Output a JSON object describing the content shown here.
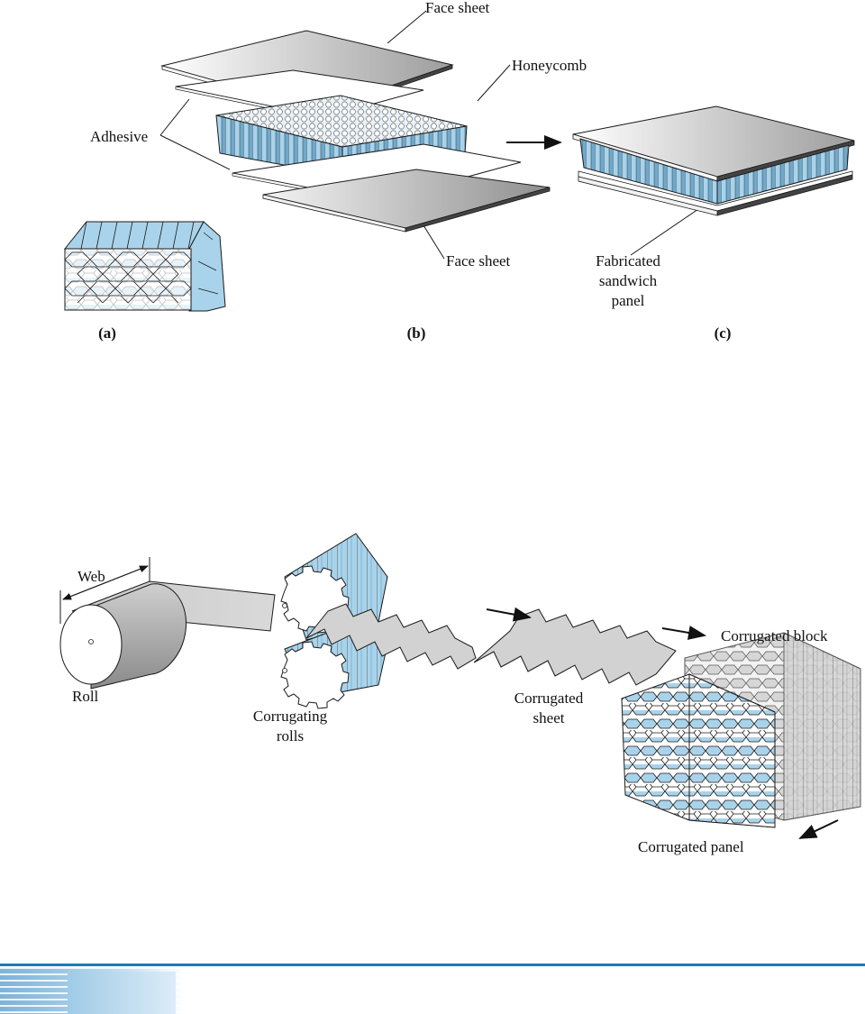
{
  "figure1": {
    "labels": {
      "face_sheet_top": "Face sheet",
      "honeycomb": "Honeycomb",
      "adhesive": "Adhesive",
      "face_sheet_bottom": "Face sheet",
      "fabricated_line1": "Fabricated",
      "fabricated_line2": "sandwich",
      "fabricated_line3": "panel"
    },
    "subfigures": [
      "(a)",
      "(b)",
      "(c)"
    ]
  },
  "figure2": {
    "labels": {
      "web": "Web",
      "roll": "Roll",
      "corrugating_line1": "Corrugating",
      "corrugating_line2": "rolls",
      "corrugated_sheet_line1": "Corrugated",
      "corrugated_sheet_line2": "sheet",
      "corrugated_block": "Corrugated block",
      "corrugated_panel": "Corrugated panel"
    }
  },
  "colors": {
    "honeycomb_blue": "#a9d3ea",
    "sheet_gray": "#c8c8c8",
    "outline": "#1a1a1a",
    "accent_bar": "#1f78b7"
  }
}
